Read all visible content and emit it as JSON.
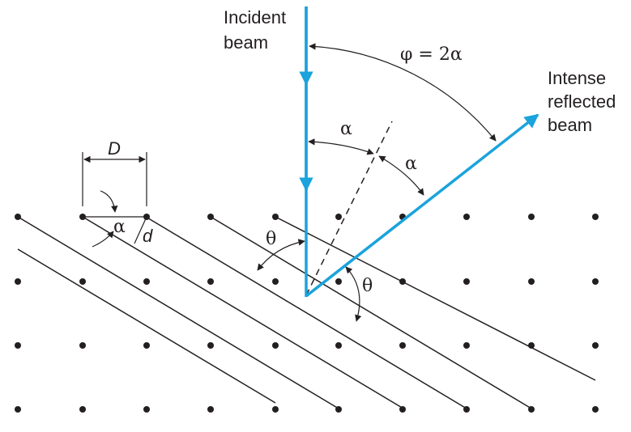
{
  "labels": {
    "incident_line1": "Incident",
    "incident_line2": "beam",
    "reflected_line1": "Intense",
    "reflected_line2": "reflected",
    "reflected_line3": "beam",
    "phi_eq": "φ = 2α",
    "alpha_top_left": "α",
    "alpha_top_right": "α",
    "alpha_cell": "α",
    "D": "D",
    "d": "d",
    "theta_left": "θ",
    "theta_right": "θ"
  },
  "colors": {
    "beam": "#1aa3dc",
    "ink": "#231f20"
  }
}
